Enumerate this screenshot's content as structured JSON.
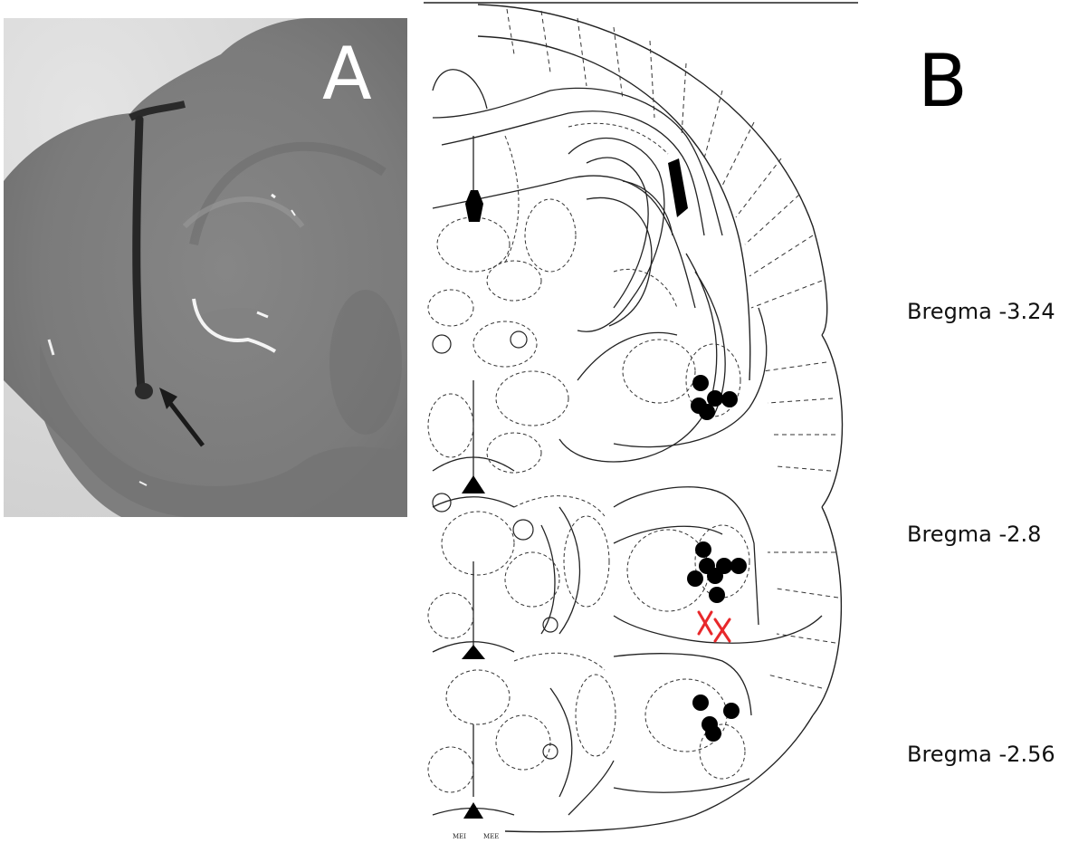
{
  "panel_a": {
    "letter": "A",
    "content": "histology photo of coronal brain section with arrow marking lesion site"
  },
  "panel_b": {
    "letter": "B",
    "atlas_labels": [
      "MEI",
      "MEE"
    ],
    "sections": [
      {
        "label": "Bregma -3.24",
        "lesion_sites": 5,
        "misses": 0
      },
      {
        "label": "Bregma -2.8",
        "lesion_sites": 7,
        "misses": 2
      },
      {
        "label": "Bregma -2.56",
        "lesion_sites": 4,
        "misses": 0
      }
    ]
  },
  "colors": {
    "hit_marker": "#000000",
    "miss_marker": "#e8282b",
    "photo_tissue": "#7a7a7a",
    "photo_background": "#d6d6d6"
  },
  "icons": [
    "arrow-icon",
    "filled-circle-marker",
    "x-marker"
  ]
}
